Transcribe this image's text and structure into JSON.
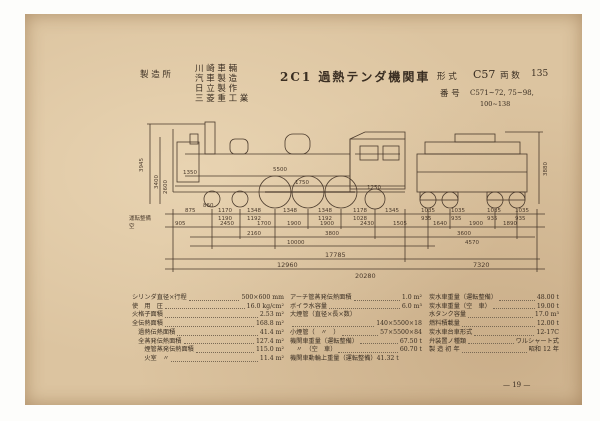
{
  "header": {
    "makers_label": "製 造 所",
    "makers": [
      "川 崎 車 輛",
      "汽 車 製 造",
      "日 立 製 作",
      "三 菱 重 工 業"
    ],
    "title": "2C1 過熱テンダ機関車",
    "type_label": "形 式",
    "type_value": "C57",
    "count_label": "両 数",
    "count_value": "135",
    "number_label": "番 号",
    "number_line1": "C571~72, 75~98,",
    "number_line2": "100~138"
  },
  "dimensions": {
    "height": "3945",
    "height2": "3400",
    "boiler_pitch": "2600",
    "tender_height": "3880",
    "length_boiler": "5500",
    "cyl": "1350",
    "wheel_lead": "860",
    "wheel_driving": "1750",
    "wheel_trailing": "1250",
    "track_label1": "運転整備",
    "track_label2": "空",
    "row1": [
      "875",
      "1170",
      "1348",
      "1348",
      "1348",
      "1178",
      "1345"
    ],
    "row1b": [
      "1190",
      "1192",
      "1192",
      "1028"
    ],
    "tender_row": [
      "1035",
      "1035",
      "1035",
      "1035"
    ],
    "tender_row_b": [
      "935",
      "935",
      "935",
      "935"
    ],
    "row2": [
      "905",
      "2450",
      "1700",
      "1900",
      "1900",
      "2430",
      "1505"
    ],
    "row2_tender": [
      "1640",
      "1900",
      "1890"
    ],
    "row3": [
      "2160",
      "3800",
      "3600"
    ],
    "row4": "10000",
    "tender_wheel": "4570",
    "wheelbase": "17785",
    "row5": "12960",
    "tender_len": "7320",
    "total": "20280"
  },
  "specs_col1": [
    {
      "label": "シリンダ直径×行程",
      "value": "500×600 mm"
    },
    {
      "label": "使　用　圧",
      "value": "16.0 kg/cm²"
    },
    {
      "label": "火格子面積",
      "value": "2.53 m²"
    },
    {
      "label": "全伝熱面積",
      "value": "168.8 m²"
    },
    {
      "label": "　過熱伝熱面積",
      "value": "41.4 m²"
    },
    {
      "label": "　全蒸発伝熱面積",
      "value": "127.4 m²"
    },
    {
      "label": "　　煙管蒸発伝熱面積",
      "value": "115.0 m²"
    },
    {
      "label": "　　火室　〃",
      "value": "11.4 m²"
    }
  ],
  "specs_col2": [
    {
      "label": "アーチ管蒸発伝熱面積",
      "value": "1.0 m²"
    },
    {
      "label": "ボイラ水容量",
      "value": "6.0 m³"
    },
    {
      "label": "大煙管（直径×長×数）",
      "value": ""
    },
    {
      "label": "",
      "value": "140×5500×18"
    },
    {
      "label": "小煙管（　〃　）",
      "value": "57×5500×84"
    },
    {
      "label": "機関車重量（運転整備）",
      "value": "67.50 t"
    },
    {
      "label": "　〃　（空　車）",
      "value": "60.70 t"
    },
    {
      "label": "機関車動輪上重量（運転整備）",
      "value": "41.32 t"
    }
  ],
  "specs_col3": [
    {
      "label": "炭水車重量（運転整備）",
      "value": "48.00 t"
    },
    {
      "label": "炭水車重量（空　車）",
      "value": "19.00 t"
    },
    {
      "label": "水タンク容量",
      "value": "17.0 m³"
    },
    {
      "label": "燃料積載量",
      "value": "12.00 t"
    },
    {
      "label": "炭水車台車形式",
      "value": "12-17C"
    },
    {
      "label": "弁装置ノ種類",
      "value": "ワルシャート式"
    },
    {
      "label": "製 造 初 年",
      "value": "昭和 12 年"
    }
  ],
  "page_number": "— 19 —"
}
